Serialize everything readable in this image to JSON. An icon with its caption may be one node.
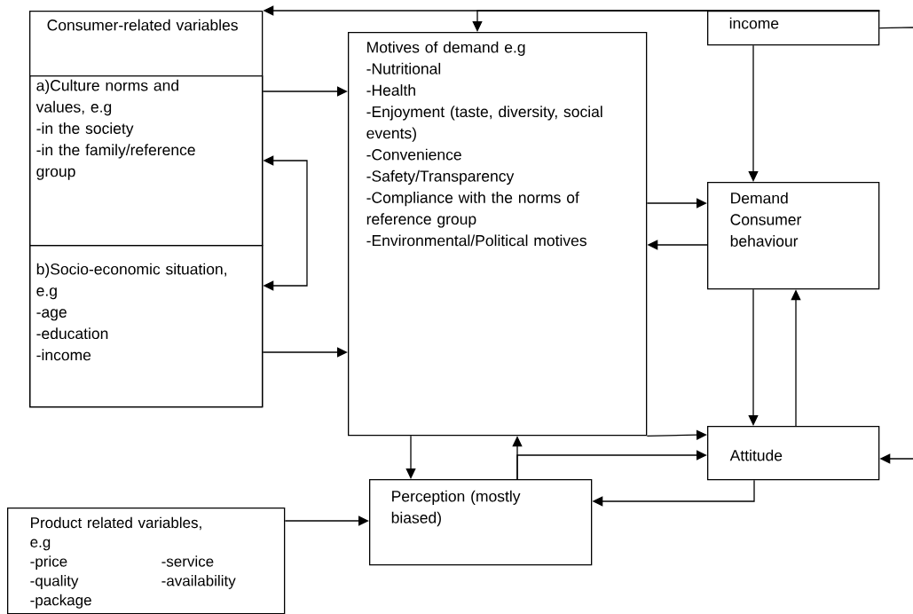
{
  "diagram": {
    "nodes": [
      {
        "text": [
          "Consumer-related variables"
        ]
      },
      {
        "text": [
          "a)Culture norms and values, e.g",
          "-in the society",
          "-in the family/reference group"
        ],
        "in": 0
      },
      {
        "text": [
          "b)Socio-economic situation, e.g",
          "-age",
          "-education",
          "-income"
        ],
        "in": 0
      },
      {
        "text": [
          "Motives of demand e.g",
          "-Nutritional",
          "-Health",
          "-Enjoyment (taste, diversity, social events)",
          "-Convenience",
          "-Safety/Transparency",
          "-Compliance with the norms of reference group",
          "-Environmental/Political motives"
        ]
      },
      {
        "text": [
          "income"
        ]
      },
      {
        "text": [
          "Demand Consumer behaviour"
        ]
      },
      {
        "text": [
          "Attitude"
        ]
      },
      {
        "text": [
          "Perception (mostly biased)"
        ]
      },
      {
        "text": [
          "Product related variables, e.g",
          "-price",
          "-service",
          "-quality",
          "-availability",
          "-package"
        ]
      }
    ],
    "edges": [
      {
        "from": 4,
        "to": 0,
        "arrow": "to"
      },
      {
        "from": 4,
        "to": 3,
        "arrow": "to"
      },
      {
        "from": 4,
        "to": 5,
        "arrow": "to"
      },
      {
        "from": 4,
        "to": null,
        "arrow": "none"
      },
      {
        "from": null,
        "to": 6,
        "arrow": "to"
      },
      {
        "from": 1,
        "to": 3,
        "arrow": "to"
      },
      {
        "from": 2,
        "to": 3,
        "arrow": "to"
      },
      {
        "from": 1,
        "to": 2,
        "arrow": "both"
      },
      {
        "from": 3,
        "to": 5,
        "arrow": "to"
      },
      {
        "from": 5,
        "to": 3,
        "arrow": "to"
      },
      {
        "from": 5,
        "to": 6,
        "arrow": "to"
      },
      {
        "from": 6,
        "to": 5,
        "arrow": "to"
      },
      {
        "from": 3,
        "to": 6,
        "arrow": "to"
      },
      {
        "from": 3,
        "to": 7,
        "arrow": "to"
      },
      {
        "from": 7,
        "to": 3,
        "arrow": "to"
      },
      {
        "from": 7,
        "to": 6,
        "arrow": "to"
      },
      {
        "from": 6,
        "to": 7,
        "arrow": "to"
      },
      {
        "from": 8,
        "to": 7,
        "arrow": "to"
      }
    ]
  }
}
